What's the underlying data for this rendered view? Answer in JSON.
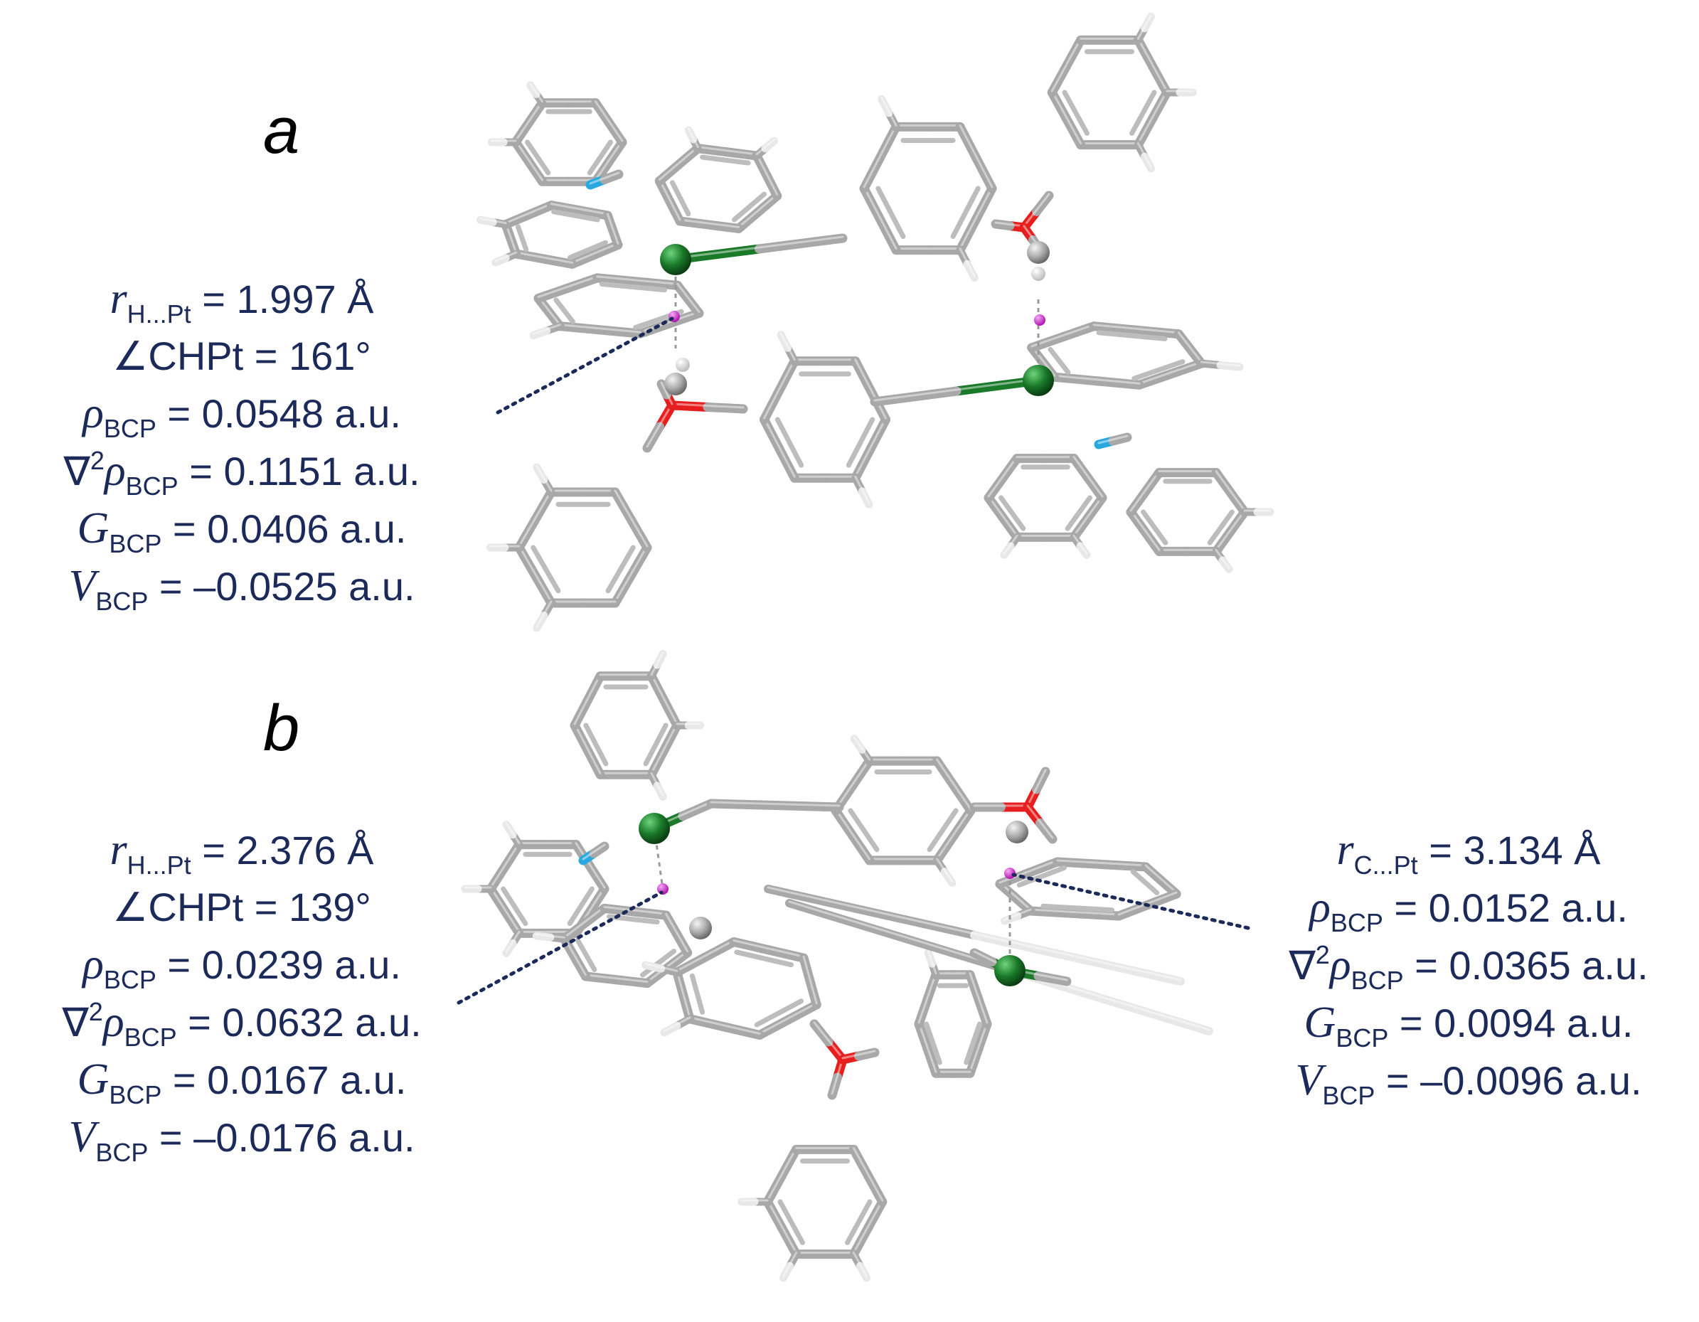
{
  "panels": {
    "a": {
      "label": "a",
      "contacts": [
        {
          "r_symbol": "r",
          "r_sub": "H...Pt",
          "r_value": "= 1.997 Å",
          "angle_text": "∠CHPt = 161°",
          "rho_symbol": "ρ",
          "rho_sub": "BCP",
          "rho_value": "= 0.0548 a.u.",
          "lap_prefix": "∇",
          "lap_sup": "2",
          "lap_symbol": "ρ",
          "lap_sub": "BCP",
          "lap_value": "= 0.1151 a.u.",
          "g_symbol": "G",
          "g_sub": "BCP",
          "g_value": "= 0.0406 a.u.",
          "v_symbol": "V",
          "v_sub": "BCP",
          "v_value": "=  –0.0525 a.u."
        }
      ]
    },
    "b": {
      "label": "b",
      "contacts": [
        {
          "r_symbol": "r",
          "r_sub": "H...Pt",
          "r_value": "= 2.376 Å",
          "angle_text": "∠CHPt = 139°",
          "rho_symbol": "ρ",
          "rho_sub": "BCP",
          "rho_value": "= 0.0239 a.u.",
          "lap_prefix": "∇",
          "lap_sup": "2",
          "lap_symbol": "ρ",
          "lap_sub": "BCP",
          "lap_value": "= 0.0632 a.u.",
          "g_symbol": "G",
          "g_sub": "BCP",
          "g_value": "= 0.0167 a.u.",
          "v_symbol": "V",
          "v_sub": "BCP",
          "v_value": "=  –0.0176 a.u."
        },
        {
          "r_symbol": "r",
          "r_sub": "C...Pt",
          "r_value": "= 3.134 Å",
          "rho_symbol": "ρ",
          "rho_sub": "BCP",
          "rho_value": "=  0.0152 a.u.",
          "lap_prefix": "∇",
          "lap_sup": "2",
          "lap_symbol": "ρ",
          "lap_sub": "BCP",
          "lap_value": "= 0.0365 a.u.",
          "g_symbol": "G",
          "g_sub": "BCP",
          "g_value": "= 0.0094 a.u.",
          "v_symbol": "V",
          "v_sub": "BCP",
          "v_value": "=  –0.0096 a.u."
        }
      ]
    }
  },
  "colors": {
    "text": "#1c2a5a",
    "leader_line": "#1c2a5a",
    "carbon": "#a8a8a8",
    "hydrogen": "#e8e8e8",
    "nitrogen": "#29a8e0",
    "oxygen": "#e61e1e",
    "platinum": "#1a7a2a",
    "bcp": "#cc22cc",
    "panel_label": "#000000"
  }
}
